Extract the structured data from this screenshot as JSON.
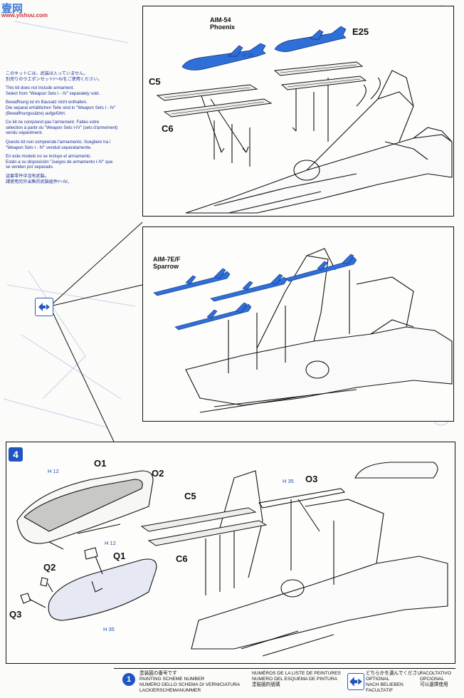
{
  "watermark": {
    "brand": "壹网",
    "url": "www.yishou.com"
  },
  "notes": {
    "ja": [
      "このキットには、武装は入っていません。",
      "別売りのウエポンセットⅠ～Ⅳをご使用ください。"
    ],
    "en": [
      "This kit does not include armament.",
      "Select from \"Weapon Sets I - IV\" separately sold."
    ],
    "de": [
      "Bewaffnung ist im Bausatz nicht enthalten.",
      "Die separat erhältlichen Teile sind in \"Weapon Sets I - IV\"",
      "(Bewaffnungssätze) aufgeführt."
    ],
    "fr": [
      "Ce kit ne comprend pas l'armement. Faites votre",
      "sélection à partir du \"Weapon Sets I-IV\" (sets d'armement)",
      "vendu séparément."
    ],
    "it": [
      "Questo kit non comprende l'armamento.  Scegliere tra i",
      "\"Weapon Sets I - IV\" venduti separatamente."
    ],
    "es": [
      "En este modelo no se incluye el armamento.",
      "Están a su disposición \"Juegos de armamento I-IV\" que",
      "se venden por separado."
    ],
    "zh": [
      "這套零件中沒有武裝。",
      "請使用另外出售的武裝組件Ⅰ～Ⅳ。"
    ]
  },
  "panel_top": {
    "labels": {
      "missile_name": "AIM-54",
      "missile_sub": "Phoenix",
      "e25": "E25",
      "c5": "C5",
      "c6": "C6",
      "paint_ref": "H 35"
    }
  },
  "panel_mid": {
    "labels": {
      "missile_name": "AIM-7E/F",
      "missile_sub": "Sparrow"
    }
  },
  "step4": {
    "number": "4",
    "labels": {
      "o1": "O1",
      "o2": "O2",
      "q1": "Q1",
      "q2": "Q2",
      "q3": "Q3",
      "c5": "C5",
      "c6": "C6",
      "o3": "O3",
      "h12a": "H 12",
      "h12b": "H 12",
      "h35a": "H 35",
      "h35b": "H 35"
    }
  },
  "footer": {
    "col1": [
      "塗装図の番号です",
      "PAINTING SCHEME NUMBER",
      "NUMERO DELLO SCHEMA DI VERNICIATURA",
      "LACKIERSCHEMANUMMER"
    ],
    "col2": [
      "NUMÉROS DE LA LISTE DE PEINTURES",
      "NUMERO DEL ESQUEMA DE PINTURA",
      "塗裝圖的號碼"
    ],
    "col3": [
      "どちらかを選んでください",
      "OPTIONAL",
      "NACH BELIEBEN",
      "FACULTATIF"
    ],
    "col4": [
      "FACOLTATIVO",
      "OPCIONAL",
      "可以選擇使用"
    ]
  },
  "colors": {
    "missile_blue": "#2f6fd8",
    "text_blue": "#1a2f9a"
  }
}
